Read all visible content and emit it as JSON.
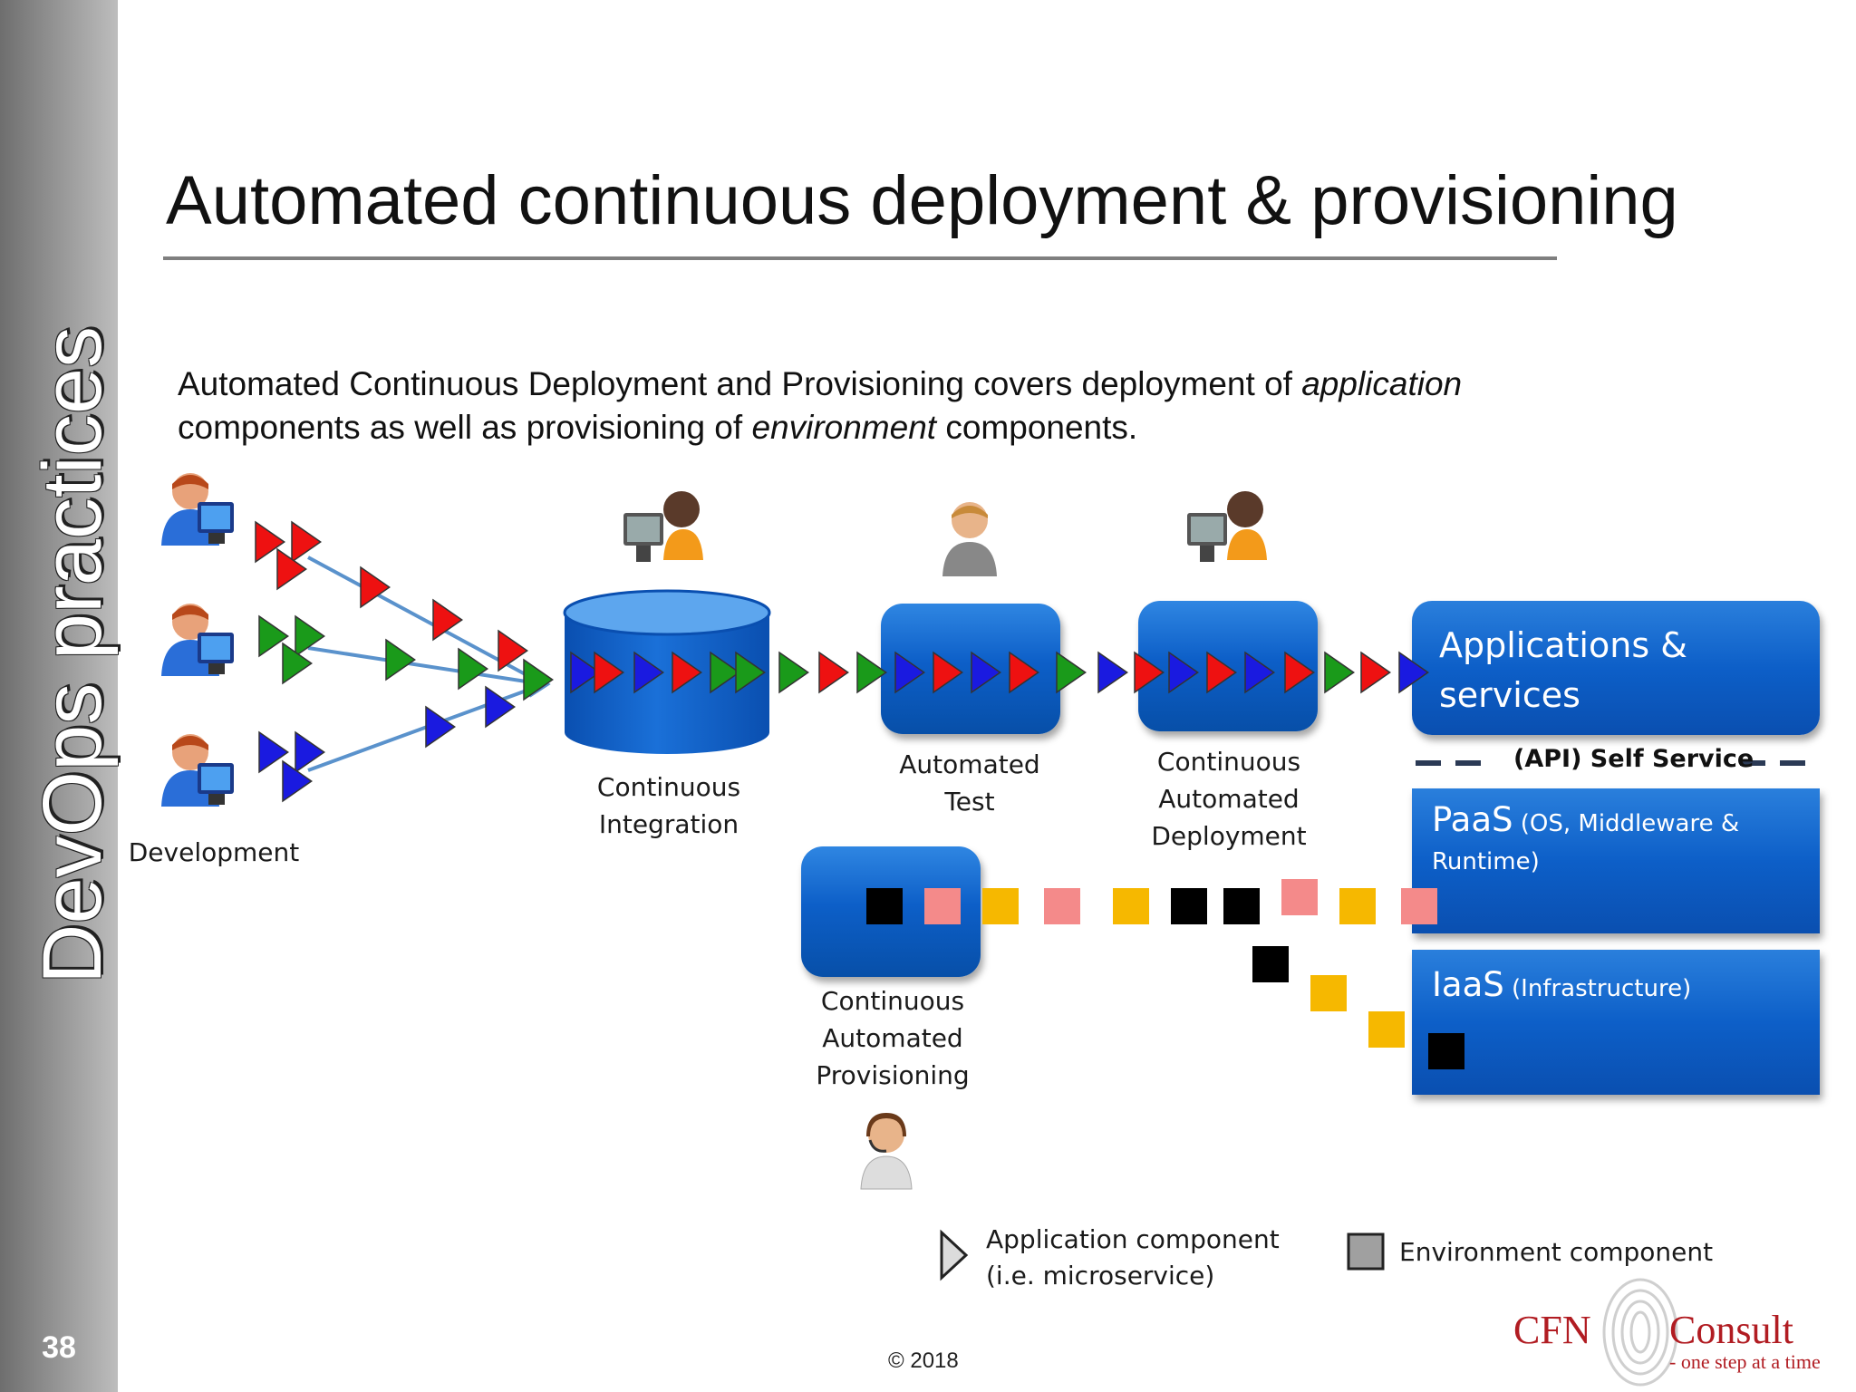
{
  "slide": {
    "side_title": "DevOps practices",
    "number": "38",
    "title": "Automated continuous deployment & provisioning",
    "intro_part1": "Automated Continuous Deployment and Provisioning covers deployment of ",
    "intro_em1": "application",
    "intro_part2": " components as well as provisioning of ",
    "intro_em2": "environment",
    "intro_part3": " components.",
    "copyright": "© 2018"
  },
  "stages": {
    "development": "Development",
    "ci_line1": "Continuous",
    "ci_line2": "Integration",
    "test_line1": "Automated",
    "test_line2": "Test",
    "deploy_line1": "Continuous",
    "deploy_line2": "Automated",
    "deploy_line3": "Deployment",
    "prov_line1": "Continuous",
    "prov_line2": "Automated",
    "prov_line3": "Provisioning"
  },
  "platform": {
    "apps_line1": "Applications &",
    "apps_line2": "services",
    "self_service": "(API) Self Service",
    "paas_title": "PaaS",
    "paas_desc_line1": "(OS, Middleware &",
    "paas_desc_line2": "Runtime)",
    "iaas_title": "IaaS",
    "iaas_desc": "(Infrastructure)"
  },
  "legend": {
    "app_line1": "Application component",
    "app_line2": "(i.e. microservice)",
    "env_label": "Environment component"
  },
  "logo": {
    "left": "CFN",
    "right": "Consult",
    "tagline": "- one step at a time"
  },
  "colors": {
    "red": "#ee1111",
    "green": "#1a9a1a",
    "blue": "#1a1ae0",
    "pink": "#f48a8a",
    "yellow": "#f6b800",
    "black": "#000000",
    "box_blue": "#0d5fc8"
  },
  "icons": [
    "developer-at-computer-icon",
    "operator-at-computer-icon",
    "tester-person-icon",
    "support-operator-headset-icon"
  ]
}
